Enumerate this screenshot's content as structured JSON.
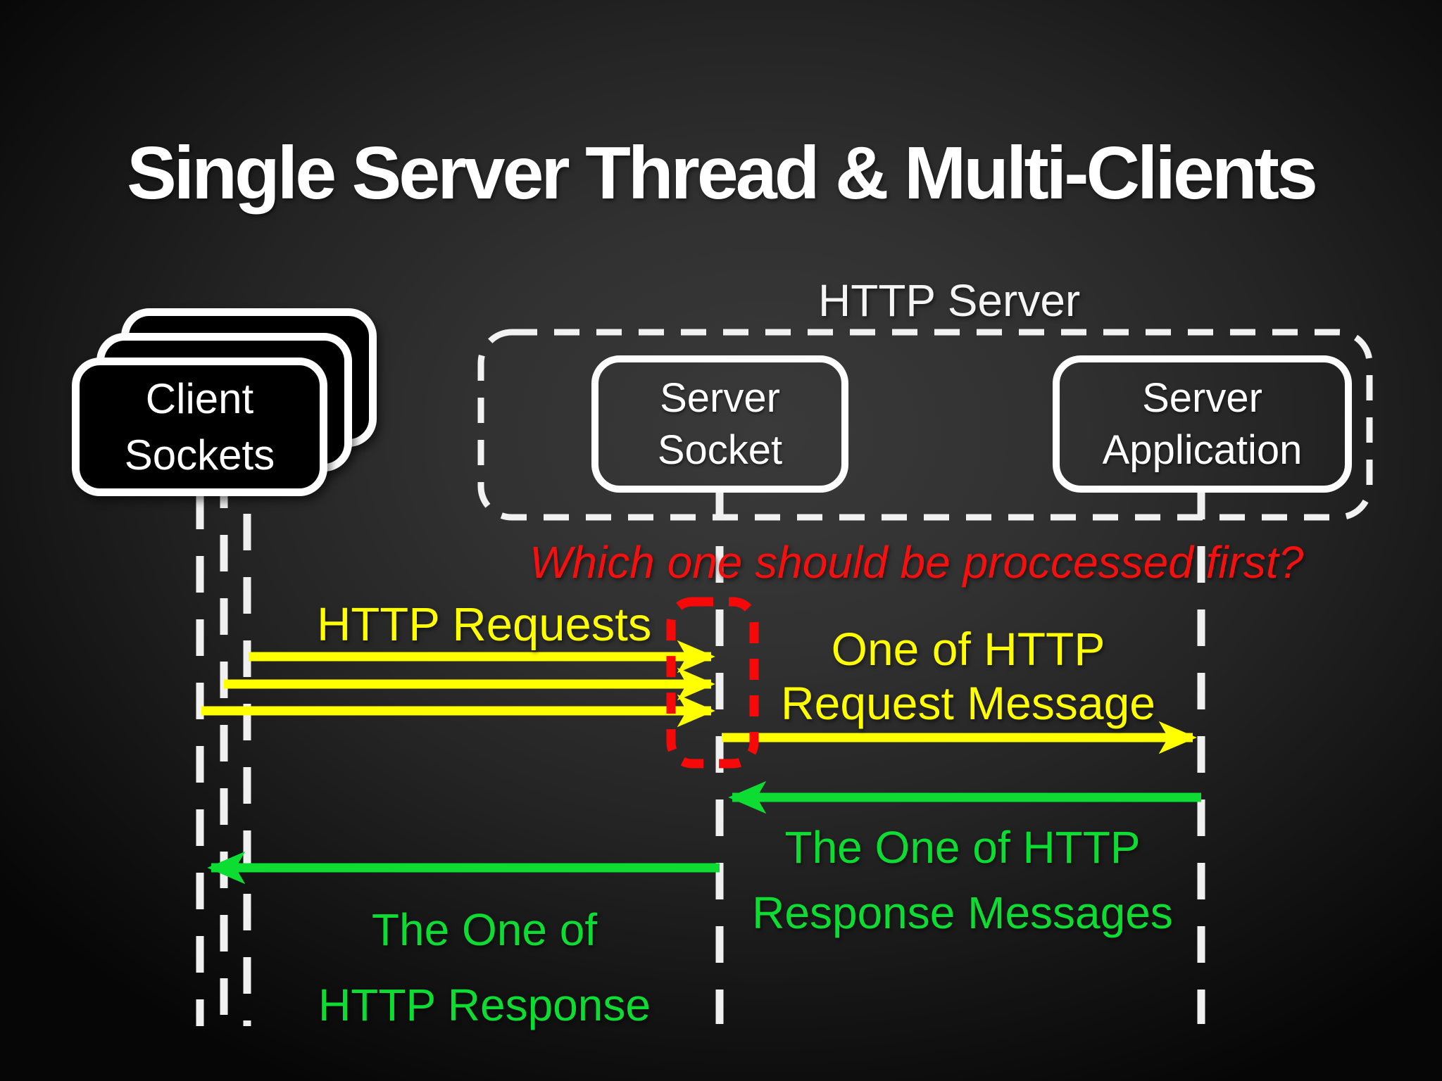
{
  "title": "Single Server Thread & Multi-Clients",
  "http_server_group": {
    "label": "HTTP Server"
  },
  "nodes": {
    "client_sockets": {
      "line1": "Client",
      "line2": "Sockets"
    },
    "server_socket": {
      "line1": "Server",
      "line2": "Socket"
    },
    "server_application": {
      "line1": "Server",
      "line2": "Application"
    }
  },
  "annotations": {
    "question": "Which one should be proccessed first?",
    "http_requests": "HTTP Requests",
    "one_request": {
      "line1": "One of HTTP",
      "line2": "Request Message"
    },
    "response_messages": {
      "line1": "The One of HTTP",
      "line2": "Response Messages"
    },
    "one_response": {
      "line1": "The One of",
      "line2": "HTTP Response"
    }
  },
  "colors": {
    "background_center": "#3a3a3a",
    "background_edge": "#060606",
    "white": "#ffffff",
    "yellow": "#ffff00",
    "green": "#0ddd33",
    "red": "#f51010",
    "box_fill": "#000000"
  }
}
